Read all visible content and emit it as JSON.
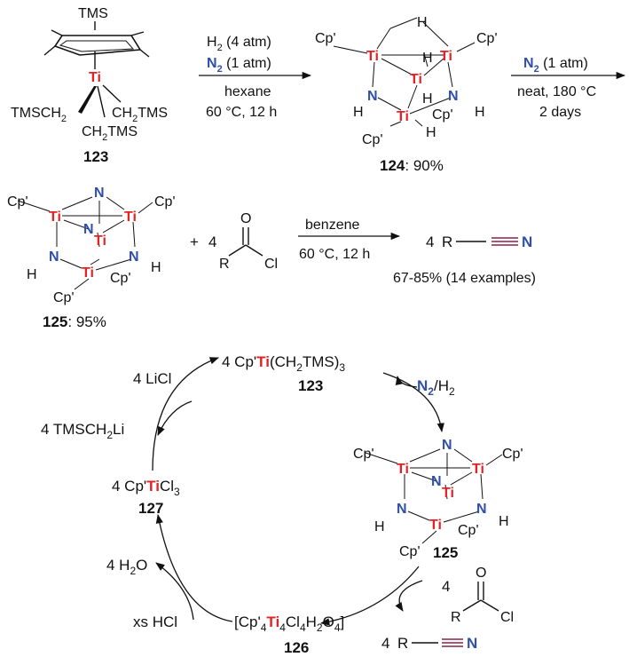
{
  "colors": {
    "titanium": "#e32226",
    "nitrogen": "#2f4fa8",
    "ink": "#111111"
  },
  "atoms": {
    "ti": "Ti",
    "n": "N",
    "h": "H",
    "cp": "Cp'",
    "o": "O",
    "r": "R",
    "cl": "Cl",
    "tms": "TMS"
  },
  "step1": {
    "complex_label": "123",
    "ligands": [
      "TMSCH",
      "2",
      "CH",
      "2",
      "TMS",
      "CH",
      "2",
      "TMS"
    ],
    "reagent1": "H",
    "reagent1_sub": "2",
    "reagent1_cond": "(4 atm)",
    "reagent2": "N",
    "reagent2_sub": "2",
    "reagent2_cond": "(1 atm)",
    "solvent": "hexane",
    "conditions": "60 °C, 12 h",
    "product_label": "124",
    "product_yield": ": 90%"
  },
  "step2": {
    "reagent": "N",
    "reagent_sub": "2",
    "reagent_cond": "(1 atm)",
    "line1": "neat, 180 °C",
    "line2": "2 days"
  },
  "step3": {
    "complex_label": "125",
    "complex_yield": ": 95%",
    "plus": "+",
    "coef": "4",
    "solvent": "benzene",
    "conditions": "60 °C, 12 h",
    "product_coef": "4",
    "product_yield": "67-85% (14 examples)"
  },
  "cycle": {
    "top_pre": "4 Cp'",
    "top_post": "(CH",
    "top_sub": "2",
    "top_end": "TMS)",
    "top_sub2": "3",
    "top_label": "123",
    "n2": "N",
    "n2_sub": "2",
    "h2_text": "/H",
    "h2_sub": "2",
    "complex_label": "125",
    "acyl_coef": "4",
    "nitrile_coef": "4",
    "intermediate_pre": "[Cp'",
    "intermediate_sub1": "4",
    "intermediate_sub2": "4",
    "intermediate_cl": "Cl",
    "intermediate_sub3": "4",
    "intermediate_h": "H",
    "intermediate_sub4": "2",
    "intermediate_o": "O",
    "intermediate_sub5": "4",
    "intermediate_end": "]",
    "intermediate_label": "126",
    "hcl": "xs HCl",
    "water": "4 H",
    "water_sub": "2",
    "water_o": "O",
    "ticl3_pre": "4 Cp'",
    "ticl3_cl": "Cl",
    "ticl3_sub": "3",
    "ticl3_label": "127",
    "lithium": "4 TMSCH",
    "lithium_sub": "2",
    "lithium_end": "Li",
    "licl": "4 LiCl"
  }
}
